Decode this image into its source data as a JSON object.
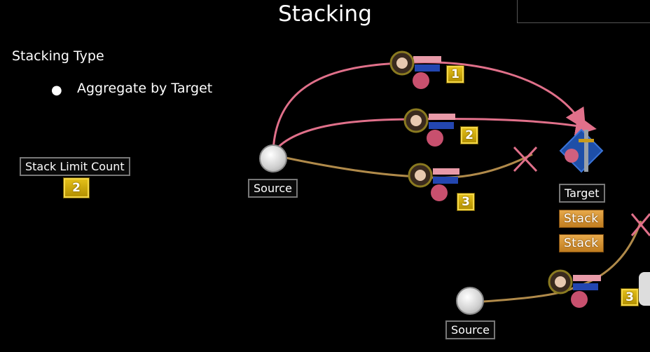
{
  "title": "Stacking",
  "stacking_type": {
    "heading": "Stacking Type",
    "bullet": "Aggregate by Target"
  },
  "stack_limit": {
    "label": "Stack Limit Count",
    "value": "2"
  },
  "source_labels": [
    "Source",
    "Source"
  ],
  "target_label": "Target",
  "stack_tags": [
    "Stack",
    "Stack"
  ],
  "badges": [
    "1",
    "2",
    "3",
    "3"
  ],
  "colors": {
    "applied_line": "#e0708a",
    "rejected_line": "#b08a4a",
    "badge": "#d4ae12",
    "reject_mark": "#e0708a"
  },
  "icons": [
    "character-portrait-icon",
    "potion-icon",
    "sword-icon",
    "reject-x-icon"
  ]
}
